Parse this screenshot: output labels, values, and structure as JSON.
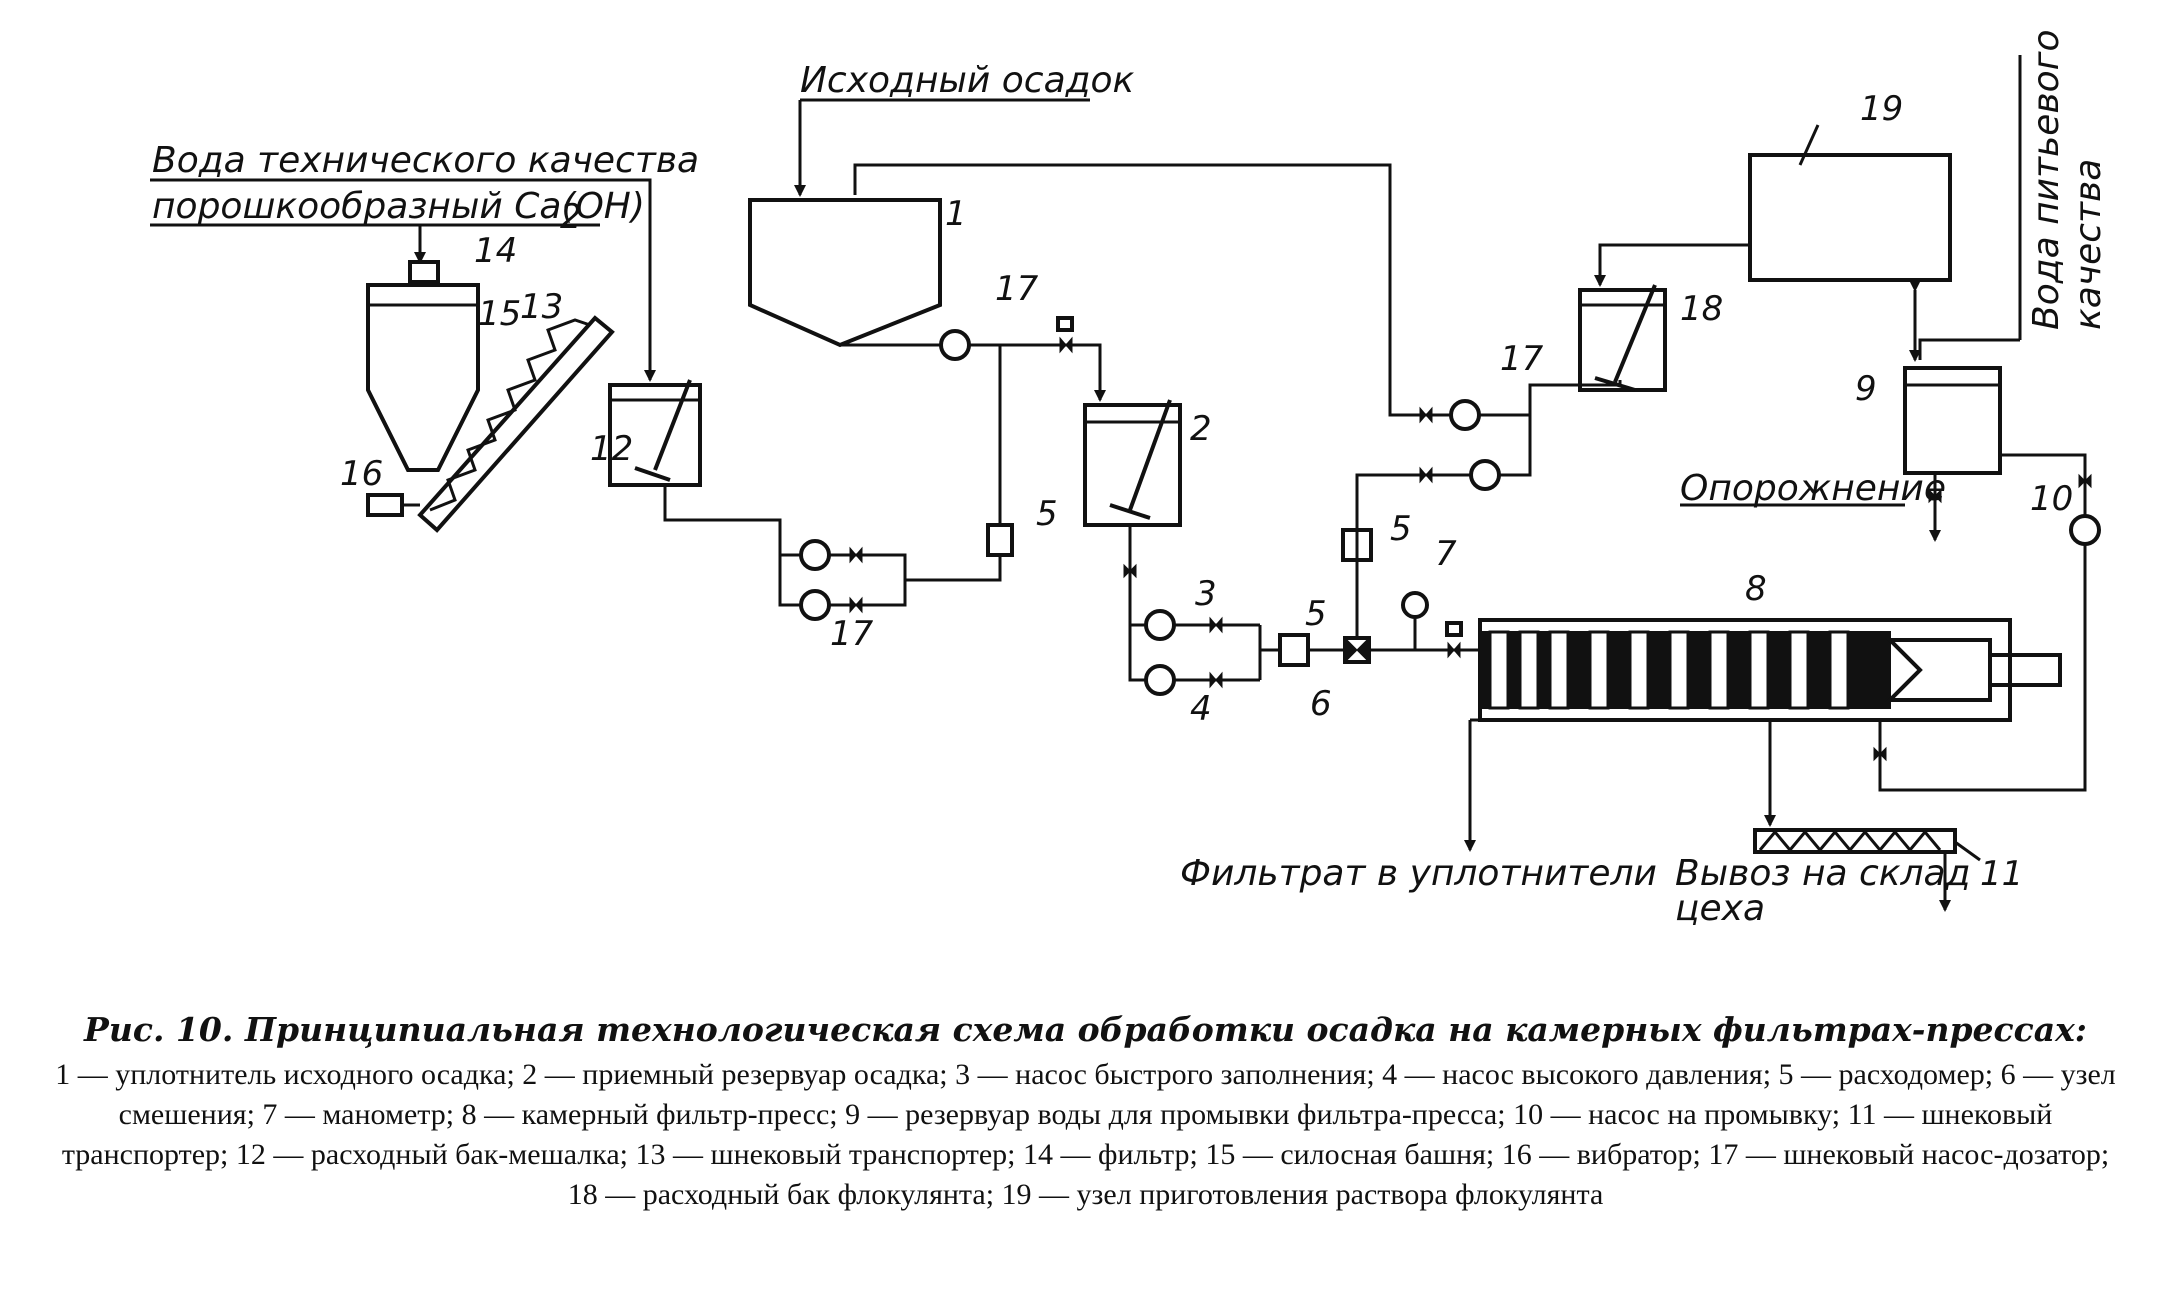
{
  "diagram": {
    "labels": {
      "source_sludge": "Исходный осадок",
      "industrial_water": "Вода технического качества",
      "powdered_lime": "порошкообразный Ca(OH)",
      "lime_subscript": "2",
      "drinking_water_line1": "Вода питьевого",
      "drinking_water_line2": "качества",
      "emptying": "Опорожнение",
      "filtrate": "Фильтрат в уплотнители",
      "export_line1": "Вывоз на склад",
      "export_line2": "цеха"
    },
    "numbers": {
      "n1": "1",
      "n2": "2",
      "n3": "3",
      "n4": "4",
      "n5a": "5",
      "n5b": "5",
      "n5c": "5",
      "n6": "6",
      "n7": "7",
      "n8": "8",
      "n9": "9",
      "n10": "10",
      "n11": "11",
      "n12": "12",
      "n13": "13",
      "n14": "14",
      "n15": "15",
      "n16": "16",
      "n17a": "17",
      "n17b": "17",
      "n17c": "17",
      "n18": "18",
      "n19": "19"
    }
  },
  "caption": {
    "title": "Рис. 10. Принципиальная технологическая схема обработки осадка на камерных фильтрах-прессах:",
    "legend": "1 — уплотнитель исходного осадка; 2 — приемный резервуар осадка; 3 — насос быстрого заполнения; 4 — насос высокого давления; 5 — расходомер; 6 — узел смешения; 7 — манометр; 8 — камерный фильтр-пресс; 9 — резервуар воды для промывки фильтра-пресса; 10 — насос на промывку; 11 — шнековый транспортер; 12 — расходный бак-мешалка; 13 — шнековый транспортер; 14 — фильтр; 15 — силосная башня; 16 — вибратор; 17 — шнековый насос-дозатор; 18 — расходный бак флокулянта; 19 — узел приготовления раствора флокулянта"
  }
}
